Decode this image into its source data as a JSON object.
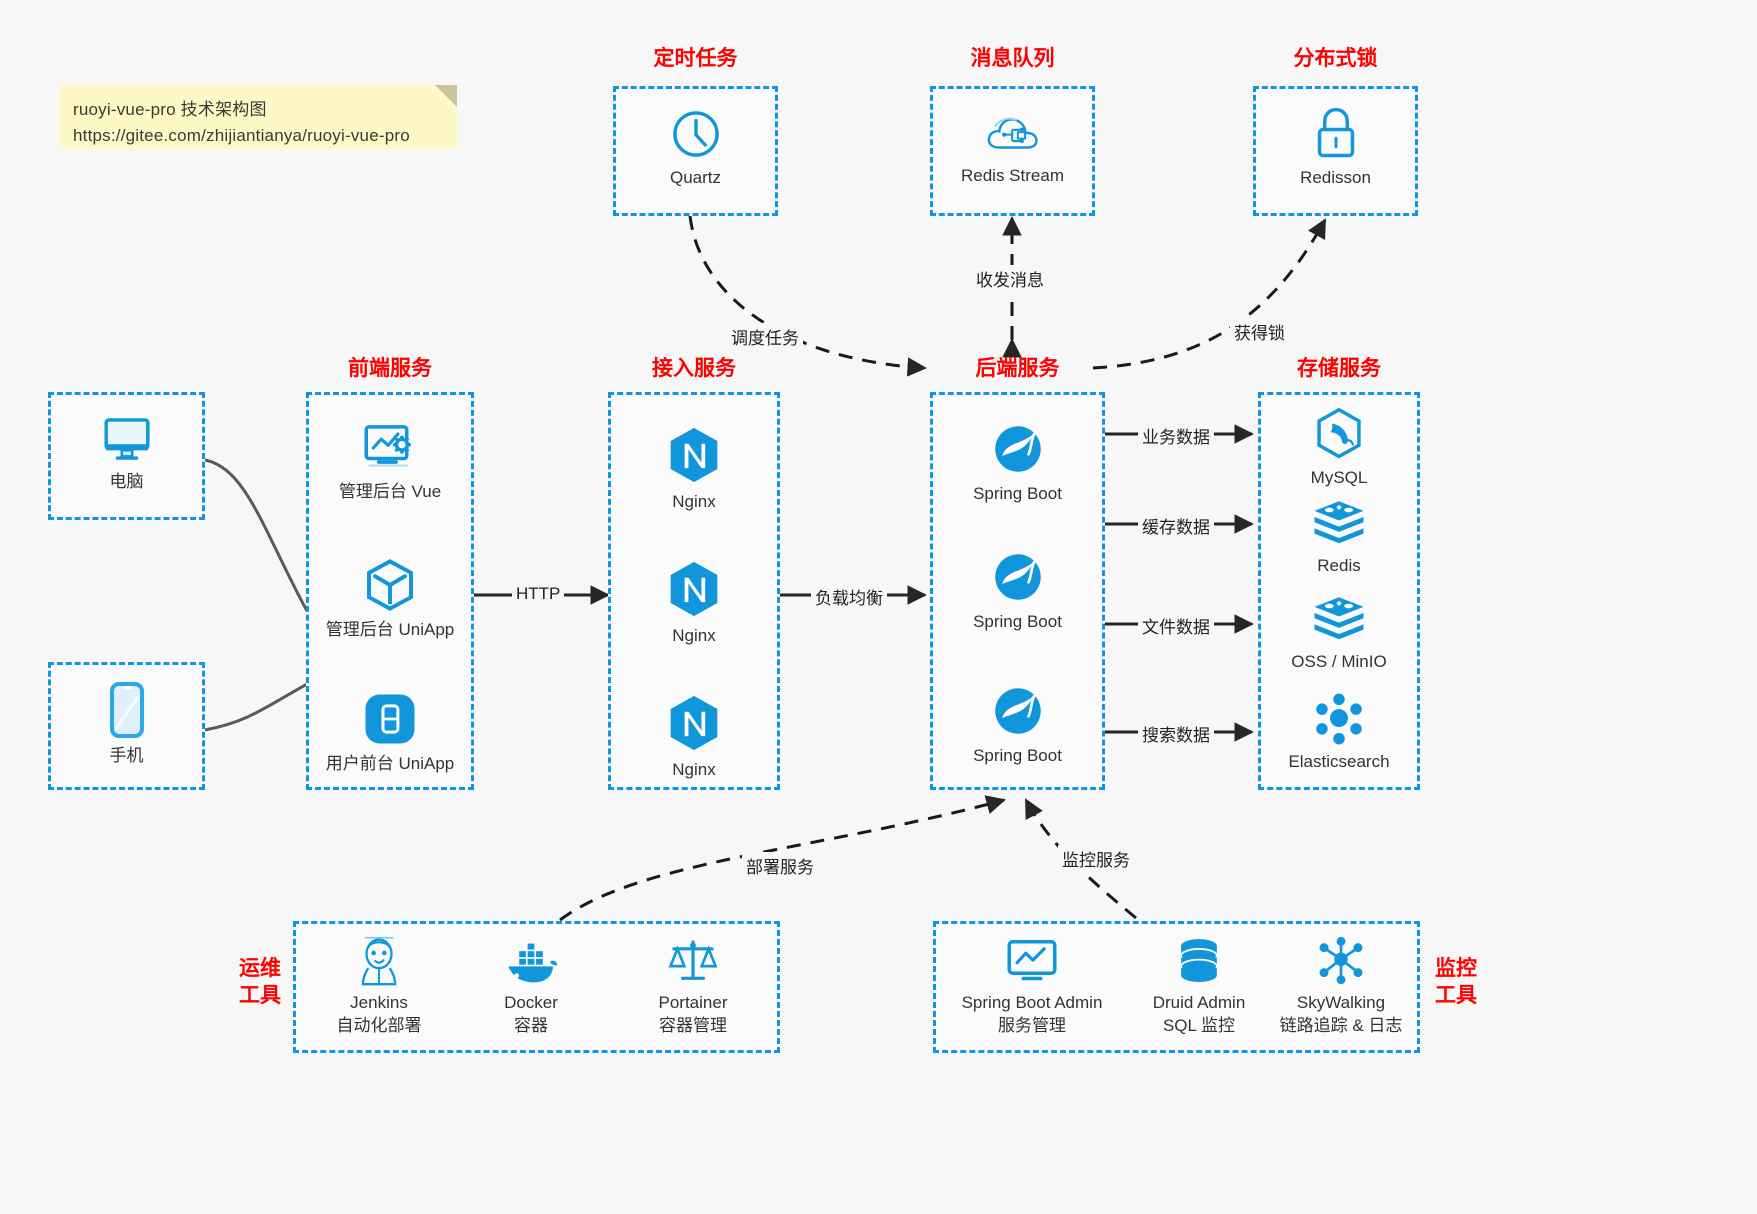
{
  "note": {
    "line1": "ruoyi-vue-pro 技术架构图",
    "line2": "https://gitee.com/zhijiantianya/ruoyi-vue-pro"
  },
  "colors": {
    "accent": "#1296db",
    "title_red": "#ff0000",
    "background": "#f7f7f7",
    "note_bg": "#fdf8c4",
    "arrow_gray": "#5a5a5a",
    "arrow_dark": "#1a1a1a"
  },
  "groups": {
    "scheduled_task": {
      "title": "定时任务",
      "items": [
        {
          "label": "Quartz",
          "icon": "clock-icon"
        }
      ]
    },
    "message_queue": {
      "title": "消息队列",
      "items": [
        {
          "label": "Redis Stream",
          "icon": "cloud-stream-icon"
        }
      ]
    },
    "distributed_lock": {
      "title": "分布式锁",
      "items": [
        {
          "label": "Redisson",
          "icon": "padlock-icon"
        }
      ]
    },
    "clients": {
      "items": [
        {
          "label": "电脑",
          "icon": "desktop-monitor-icon"
        },
        {
          "label": "手机",
          "icon": "smartphone-icon"
        }
      ]
    },
    "frontend": {
      "title": "前端服务",
      "items": [
        {
          "label": "管理后台 Vue",
          "icon": "dashboard-gear-icon"
        },
        {
          "label": "管理后台 UniApp",
          "icon": "hexagon-cube-icon"
        },
        {
          "label": "用户前台 UniApp",
          "icon": "mobile-app-icon"
        }
      ]
    },
    "gateway": {
      "title": "接入服务",
      "items": [
        {
          "label": "Nginx",
          "icon": "nginx-icon"
        },
        {
          "label": "Nginx",
          "icon": "nginx-icon"
        },
        {
          "label": "Nginx",
          "icon": "nginx-icon"
        }
      ]
    },
    "backend": {
      "title": "后端服务",
      "items": [
        {
          "label": "Spring Boot",
          "icon": "spring-boot-icon"
        },
        {
          "label": "Spring Boot",
          "icon": "spring-boot-icon"
        },
        {
          "label": "Spring Boot",
          "icon": "spring-boot-icon"
        }
      ]
    },
    "storage": {
      "title": "存储服务",
      "items": [
        {
          "label": "MySQL",
          "icon": "mysql-dolphin-icon"
        },
        {
          "label": "Redis",
          "icon": "redis-stack-icon"
        },
        {
          "label": "OSS / MinIO",
          "icon": "oss-stack-icon"
        },
        {
          "label": "Elasticsearch",
          "icon": "elasticsearch-icon"
        }
      ]
    },
    "devops": {
      "title": "运维\n工具",
      "title_line1": "运维",
      "title_line2": "工具",
      "items": [
        {
          "label": "Jenkins",
          "sublabel": "自动化部署",
          "icon": "jenkins-butler-icon"
        },
        {
          "label": "Docker",
          "sublabel": "容器",
          "icon": "docker-whale-icon"
        },
        {
          "label": "Portainer",
          "sublabel": "容器管理",
          "icon": "portainer-scales-icon"
        }
      ]
    },
    "monitoring": {
      "title_line1": "监控",
      "title_line2": "工具",
      "items": [
        {
          "label": "Spring Boot Admin",
          "sublabel": "服务管理",
          "icon": "monitor-chart-icon"
        },
        {
          "label": "Druid Admin",
          "sublabel": "SQL 监控",
          "icon": "database-cylinder-icon"
        },
        {
          "label": "SkyWalking",
          "sublabel": "链路追踪 & 日志",
          "icon": "skywalking-nodes-icon"
        }
      ]
    }
  },
  "edges": [
    {
      "id": "http",
      "label": "HTTP"
    },
    {
      "id": "load-balance",
      "label": "负载均衡"
    },
    {
      "id": "schedule-task",
      "label": "调度任务"
    },
    {
      "id": "send-receive-message",
      "label": "收发消息"
    },
    {
      "id": "acquire-lock",
      "label": "获得锁"
    },
    {
      "id": "business-data",
      "label": "业务数据"
    },
    {
      "id": "cache-data",
      "label": "缓存数据"
    },
    {
      "id": "file-data",
      "label": "文件数据"
    },
    {
      "id": "search-data",
      "label": "搜索数据"
    },
    {
      "id": "deploy-service",
      "label": "部署服务"
    },
    {
      "id": "monitor-service",
      "label": "监控服务"
    }
  ]
}
